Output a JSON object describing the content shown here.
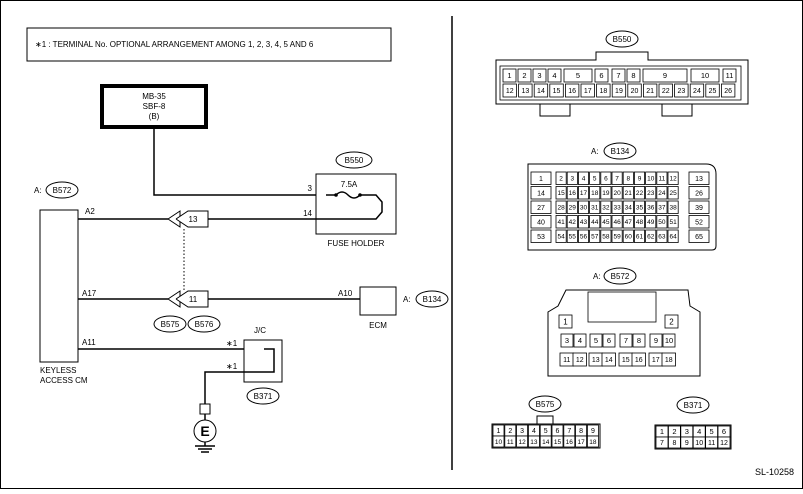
{
  "note": "∗1 : TERMINAL No. OPTIONAL ARRANGEMENT AMONG 1, 2, 3, 4, 5 AND 6",
  "power_source": {
    "line1": "MB-35",
    "line2": "SBF-8",
    "line3": "(B)"
  },
  "fuse_holder": {
    "connector": "B550",
    "rating": "7.5A",
    "pin_in": "3",
    "pin_out": "14",
    "label": "FUSE HOLDER"
  },
  "keyless_cm": {
    "connector_prefix": "A:",
    "connector": "B572",
    "label_line1": "KEYLESS",
    "label_line2": "ACCESS CM",
    "pins": [
      "A2",
      "A17",
      "A11"
    ]
  },
  "joints": {
    "pin_top": "13",
    "pin_bottom": "11",
    "connector_left": "B575",
    "connector_right": "B576"
  },
  "ecm": {
    "label": "ECM",
    "pin": "A10",
    "connector_prefix": "A:",
    "connector": "B134"
  },
  "jc": {
    "label": "J/C",
    "star1": "∗1",
    "star2": "∗1",
    "connector": "B371"
  },
  "ground": {
    "symbol": "E"
  },
  "connectors": {
    "b550": {
      "title": "B550",
      "row1": [
        "1",
        "2",
        "3",
        "4",
        "5",
        "6",
        "7",
        "8",
        "9",
        "10",
        "11"
      ],
      "row2": [
        "12",
        "13",
        "14",
        "15",
        "16",
        "17",
        "18",
        "19",
        "20",
        "21",
        "22",
        "23",
        "24",
        "25",
        "26"
      ]
    },
    "b134": {
      "prefix": "A:",
      "title": "B134",
      "left_col": [
        "1",
        "14",
        "27",
        "40",
        "53"
      ],
      "right_col": [
        "13",
        "26",
        "39",
        "52",
        "65"
      ],
      "grid": [
        [
          "2",
          "3",
          "4",
          "5",
          "6",
          "7",
          "8",
          "9",
          "10",
          "11",
          "12"
        ],
        [
          "15",
          "16",
          "17",
          "18",
          "19",
          "20",
          "21",
          "22",
          "23",
          "24",
          "25"
        ],
        [
          "28",
          "29",
          "30",
          "31",
          "32",
          "33",
          "34",
          "35",
          "36",
          "37",
          "38"
        ],
        [
          "41",
          "42",
          "43",
          "44",
          "45",
          "46",
          "47",
          "48",
          "49",
          "50",
          "51"
        ],
        [
          "54",
          "55",
          "56",
          "57",
          "58",
          "59",
          "60",
          "61",
          "62",
          "63",
          "64"
        ]
      ]
    },
    "b572": {
      "prefix": "A:",
      "title": "B572",
      "top": [
        "1",
        "2"
      ],
      "row1": [
        "3",
        "4",
        "5",
        "6",
        "7",
        "8",
        "9",
        "10"
      ],
      "row2": [
        "11",
        "12",
        "13",
        "14",
        "15",
        "16",
        "17",
        "18"
      ]
    },
    "b575": {
      "title": "B575",
      "row1": [
        "1",
        "2",
        "3",
        "4",
        "5",
        "6",
        "7",
        "8",
        "9"
      ],
      "row2": [
        "10",
        "11",
        "12",
        "13",
        "14",
        "15",
        "16",
        "17",
        "18"
      ]
    },
    "b371": {
      "title": "B371",
      "row1": [
        "1",
        "2",
        "3",
        "4",
        "5",
        "6"
      ],
      "row2": [
        "7",
        "8",
        "9",
        "10",
        "11",
        "12"
      ]
    }
  },
  "code": "SL-10258"
}
